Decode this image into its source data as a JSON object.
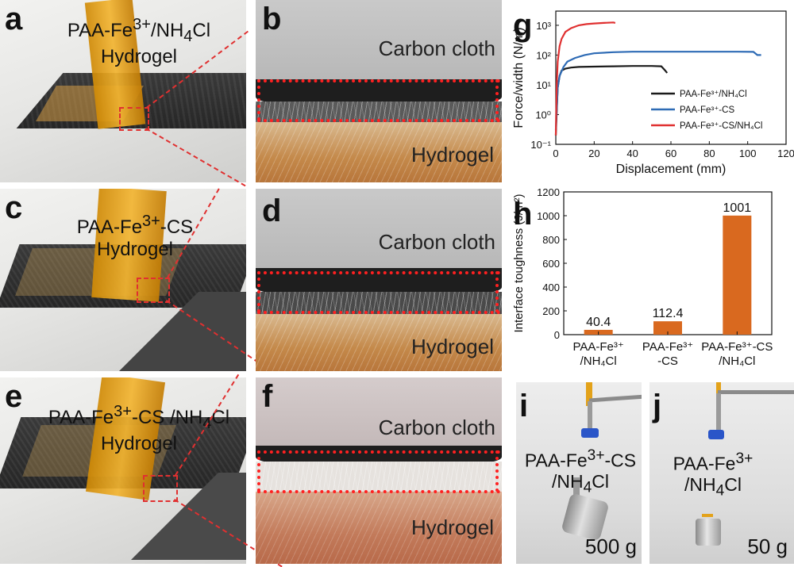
{
  "panels": {
    "a": {
      "letter": "a",
      "label_html": "PAA-Fe<sup>3+</sup>/NH<sub>4</sub>Cl<br>Hydrogel"
    },
    "b": {
      "letter": "b",
      "top": "Carbon cloth",
      "bottom": "Hydrogel"
    },
    "c": {
      "letter": "c",
      "label_html": "PAA-Fe<sup>3+</sup>-CS<br>Hydrogel"
    },
    "d": {
      "letter": "d",
      "top": "Carbon cloth",
      "bottom": "Hydrogel"
    },
    "e": {
      "letter": "e",
      "label_html": "PAA-Fe<sup>3+</sup>-CS /NH<sub>4</sub>Cl<br>Hydrogel"
    },
    "f": {
      "letter": "f",
      "top": "Carbon cloth",
      "bottom": "Hydrogel"
    },
    "i": {
      "letter": "i",
      "label_html": "PAA-Fe<sup>3+</sup>-CS<br>/NH<sub>4</sub>Cl",
      "weight": "500 g"
    },
    "j": {
      "letter": "j",
      "label_html": "PAA-Fe<sup>3+</sup><br>/NH<sub>4</sub>Cl",
      "weight": "50 g"
    }
  },
  "chart_data": [
    {
      "panel": "g",
      "type": "line",
      "xlabel": "Displacement (mm)",
      "ylabel": "Force/width (N/m)",
      "xlim": [
        0,
        120
      ],
      "xticks": [
        0,
        20,
        40,
        60,
        80,
        100,
        120
      ],
      "ylim": [
        0.1,
        3000
      ],
      "yscale": "log",
      "yticks": [
        "10⁻¹",
        "10⁰",
        "10¹",
        "10²",
        "10³"
      ],
      "legend_position": "bottom-right",
      "series": [
        {
          "name": "PAA-Fe³⁺/NH₄Cl",
          "color": "#1a1a1a",
          "x": [
            0,
            1,
            2,
            3,
            5,
            8,
            12,
            20,
            30,
            40,
            50,
            55,
            57,
            58
          ],
          "y": [
            0.2,
            8,
            20,
            30,
            35,
            38,
            40,
            41,
            42,
            43,
            43,
            42,
            30,
            25
          ]
        },
        {
          "name": "PAA-Fe³⁺-CS",
          "color": "#2e6bb5",
          "x": [
            0,
            1,
            2,
            4,
            6,
            10,
            15,
            20,
            30,
            40,
            60,
            80,
            95,
            103,
            105,
            107
          ],
          "y": [
            0.3,
            8,
            20,
            40,
            60,
            80,
            100,
            115,
            125,
            130,
            130,
            130,
            130,
            128,
            100,
            100
          ]
        },
        {
          "name": "PAA-Fe³⁺-CS/NH₄Cl",
          "color": "#e03030",
          "x": [
            0,
            0.5,
            1,
            2,
            3,
            5,
            8,
            12,
            16,
            20,
            25,
            30,
            31
          ],
          "y": [
            0.2,
            10,
            60,
            200,
            350,
            600,
            800,
            1000,
            1100,
            1150,
            1200,
            1250,
            1200
          ]
        }
      ]
    },
    {
      "panel": "h",
      "type": "bar",
      "ylabel": "Interface toughness (J/m²)",
      "ylim": [
        0,
        1200
      ],
      "yticks": [
        0,
        200,
        400,
        600,
        800,
        1000,
        1200
      ],
      "categories": [
        "PAA-Fe³⁺\n/NH₄Cl",
        "PAA-Fe³⁺\n-CS",
        "PAA-Fe³⁺-CS\n/NH₄Cl"
      ],
      "values": [
        40.4,
        112.4,
        1001
      ],
      "value_labels": [
        "40.4",
        "112.4",
        "1001"
      ],
      "color": "#d9691f"
    }
  ]
}
